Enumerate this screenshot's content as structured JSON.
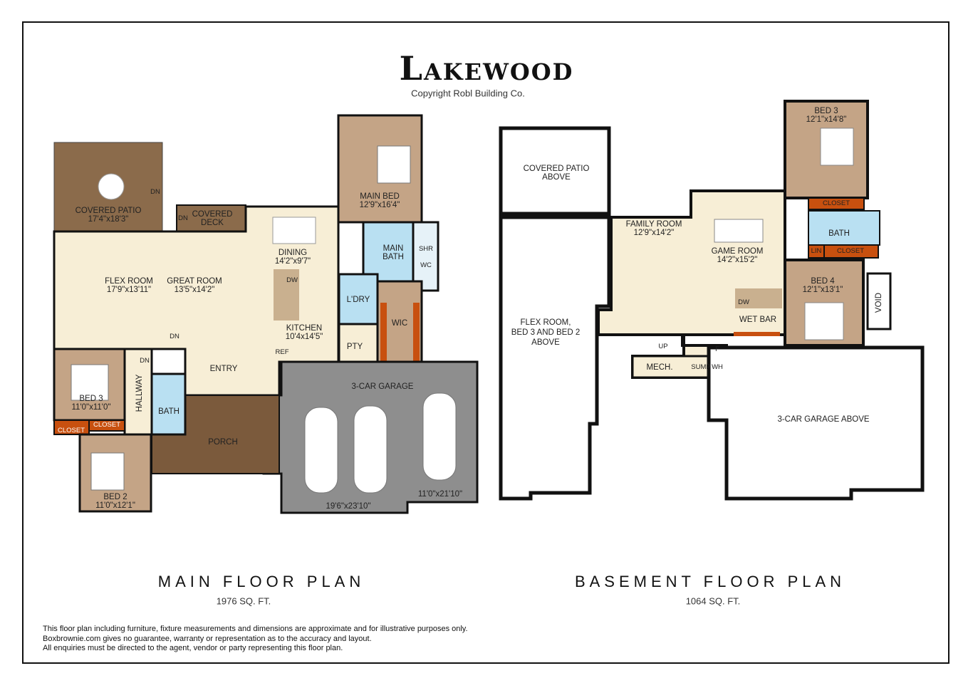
{
  "header": {
    "title": "Lakewood",
    "copyright": "Copyright Robl Building Co."
  },
  "main_floor": {
    "title": "MAIN FLOOR PLAN",
    "area": "1976 SQ. FT.",
    "rooms": {
      "covered_patio": [
        "COVERED PATIO",
        "17'4\"x18'3\""
      ],
      "covered_deck": [
        "COVERED",
        "DECK"
      ],
      "main_bed": [
        "MAIN BED",
        "12'9\"x16'4\""
      ],
      "dining": [
        "DINING",
        "14'2\"x9'7\""
      ],
      "main_bath": [
        "MAIN",
        "BATH"
      ],
      "shr": "SHR",
      "wc": "WC",
      "flex_room": [
        "FLEX ROOM",
        "17'9\"x13'11\""
      ],
      "great_room": [
        "GREAT ROOM",
        "13'5\"x14'2\""
      ],
      "dw": "DW",
      "ldry": "L'DRY",
      "wic": "WIC",
      "kitchen": [
        "KITCHEN",
        "10'4x14'5\""
      ],
      "ref": "REF",
      "pty": "PTY",
      "entry": "ENTRY",
      "hallway": "HALLWAY",
      "bed3": [
        "BED 3",
        "11'0\"x11'0\""
      ],
      "closet": "CLOSET",
      "bath": "BATH",
      "porch": "PORCH",
      "bed2": [
        "BED 2",
        "11'0\"x12'1\""
      ],
      "garage": "3-CAR GARAGE",
      "garage_dim1": "19'6\"x23'10\"",
      "garage_dim2": "11'0\"x21'10\"",
      "dn": "DN"
    }
  },
  "basement": {
    "title": "BASEMENT FLOOR PLAN",
    "area": "1064 SQ. FT.",
    "rooms": {
      "patio_above": [
        "COVERED PATIO",
        "ABOVE"
      ],
      "flex_above": [
        "FLEX ROOM,",
        "BED 3 AND BED 2",
        "ABOVE"
      ],
      "family": [
        "FAMILY ROOM",
        "12'9\"x14'2\""
      ],
      "game": [
        "GAME ROOM",
        "14'2\"x15'2\""
      ],
      "bed3": [
        "BED 3",
        "12'1\"x14'8\""
      ],
      "closet": "CLOSET",
      "bath": "BATH",
      "lin": "LIN",
      "bed4": [
        "BED 4",
        "12'1\"x13'1\""
      ],
      "void": "VOID",
      "dw": "DW",
      "wet_bar": "WET BAR",
      "up": "UP",
      "f": "F",
      "mech": "MECH.",
      "sump": "SUMP",
      "wh": "WH",
      "garage_above": "3-CAR GARAGE ABOVE"
    }
  },
  "disclaimer": [
    "This floor plan including furniture, fixture measurements and dimensions are approximate and for illustrative purposes only.",
    "Boxbrownie.com gives no guarantee, warranty or representation as to the accuracy and layout.",
    "All enquiries must be directed to the agent, vendor or party representing this floor plan."
  ],
  "colors": {
    "patio": "#8b6b4b",
    "bed": "#c4a486",
    "living": "#f7eed6",
    "bath": "#b9e0f2",
    "closet": "#c8500f",
    "garage": "#8e8e8e"
  }
}
